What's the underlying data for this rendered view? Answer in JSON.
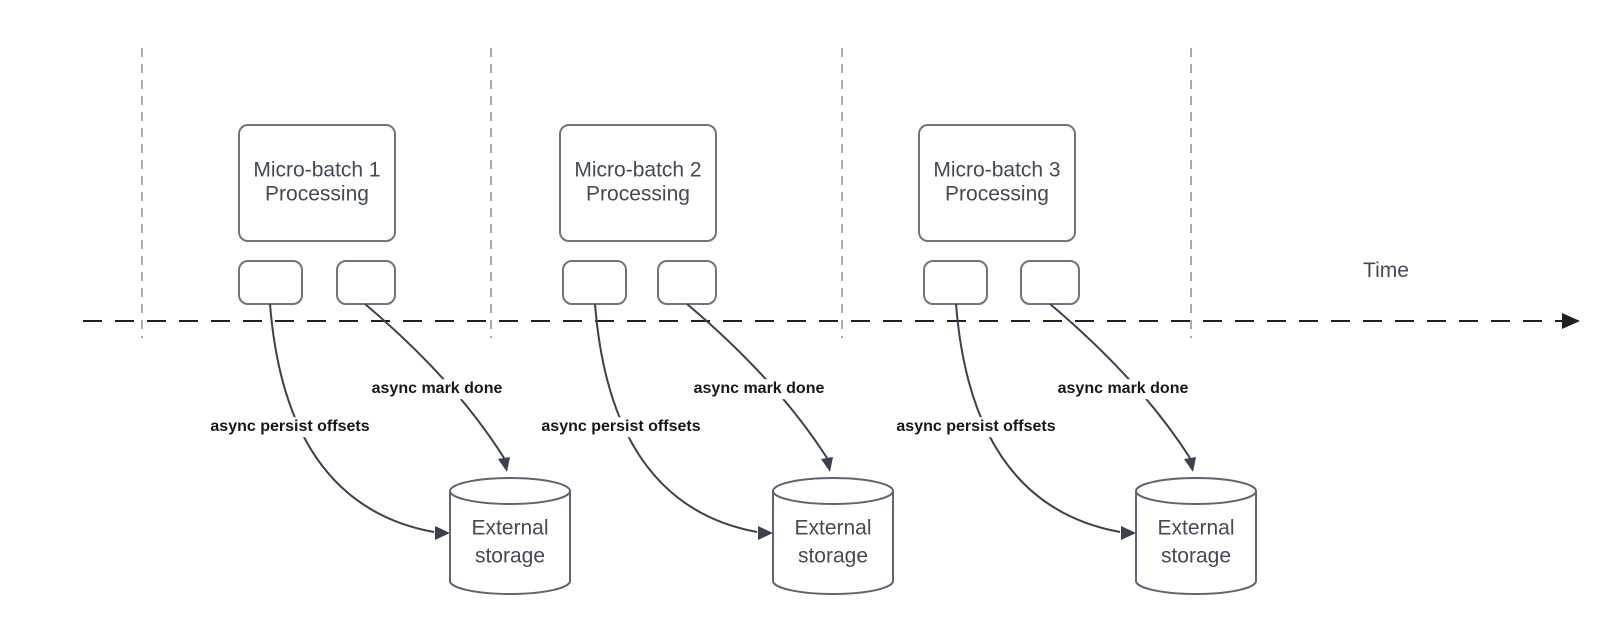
{
  "timeline": {
    "label": "Time"
  },
  "batches": [
    {
      "process_label": "Micro-batch 1\nProcessing",
      "persist_label": "async persist offsets",
      "mark_done_label": "async mark done",
      "storage_label": "External\nstorage"
    },
    {
      "process_label": "Micro-batch 2\nProcessing",
      "persist_label": "async persist offsets",
      "mark_done_label": "async mark done",
      "storage_label": "External\nstorage"
    },
    {
      "process_label": "Micro-batch 3\nProcessing",
      "persist_label": "async persist offsets",
      "mark_done_label": "async mark done",
      "storage_label": "External\nstorage"
    }
  ],
  "colors": {
    "background": "#ffffff",
    "shape_stroke": "#6f747d",
    "cylinder_stroke": "#5f6570",
    "arrow_stroke": "#3b414d",
    "timeline_stroke": "#1e1f21",
    "guide_stroke": "#a6a9ae",
    "shape_text": "#434a54",
    "edge_label_text": "#15171c"
  }
}
